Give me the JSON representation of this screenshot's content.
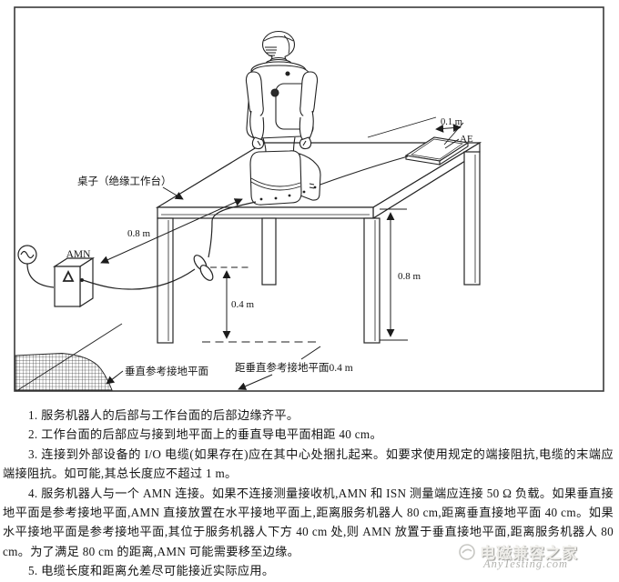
{
  "diagram": {
    "table_label": "桌子（绝缘工作台）",
    "amn_label": "AMN",
    "ae_label": "AE",
    "dim_plate_offset": "0.1 m",
    "dim_cable_length": "0.8 m",
    "dim_table_height": "0.8 m",
    "dim_bundle_height": "0.4 m",
    "vertical_plane_label": "垂直参考接地平面",
    "distance_label": "距垂直参考接地平面0.4 m"
  },
  "notes": [
    "1. 服务机器人的后部与工作台面的后部边缘齐平。",
    "2. 工作台面的后部应与接到地平面上的垂直导电平面相距 40 cm。",
    "3. 连接到外部设备的 I/O 电缆(如果存在)应在其中心处捆扎起来。如要求使用规定的端接阻抗,电缆的末端应端接阻抗。如可能,其总长度应不超过 1 m。",
    "4. 服务机器人与一个 AMN 连接。如果不连接测量接收机,AMN 和 ISN 测量端应连接 50 Ω 负载。如果垂直接地平面是参考接地平面,AMN 直接放置在水平接地平面上,距离服务机器人 80 cm,距离垂直接地平面 40 cm。如果水平接地平面是参考接地平面,其位于服务机器人下方 40 cm 处,则 AMN 放置于垂直接地平面,距离服务机器人 80 cm。为了满足 80 cm 的距离,AMN 可能需要移至边缘。",
    "5. 电缆长度和距离允差尽可能接近实际应用。"
  ],
  "watermark": {
    "title": "电磁兼容之家",
    "site": "AnyTesting.com"
  },
  "colors": {
    "ink": "#1a1a1a",
    "watermark_gray": "#b3b3af"
  }
}
